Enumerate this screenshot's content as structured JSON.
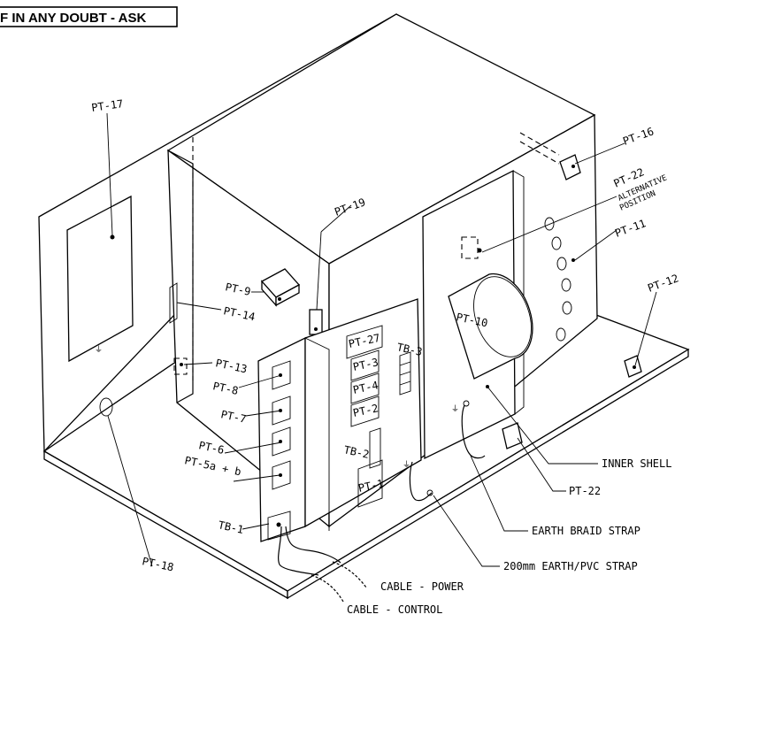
{
  "banner": "F IN ANY DOUBT - ASK",
  "labels": {
    "pt17": "PT-17",
    "pt19": "PT-19",
    "pt16": "PT-16",
    "pt22_alt": "PT-22",
    "alternative": "ALTERNATIVE",
    "position": "POSITION",
    "pt11": "PT-11",
    "pt12": "PT-12",
    "pt9": "PT-9",
    "pt14": "PT-14",
    "pt13": "PT-13",
    "pt8": "PT-8",
    "pt7": "PT-7",
    "pt6": "PT-6",
    "pt5": "PT-5a + b",
    "tb1": "TB-1",
    "pt18": "PT-18",
    "pt10": "PT-10",
    "pt27": "PT-27",
    "pt3": "PT-3",
    "pt4": "PT-4",
    "pt2": "PT-2",
    "pt1": "PT-1",
    "tb2": "TB-2",
    "tb3": "TB-3",
    "inner_shell": "INNER SHELL",
    "pt22": "PT-22",
    "earth_braid": "EARTH BRAID STRAP",
    "earth_pvc": "200mm EARTH/PVC STRAP",
    "cable_power": "CABLE - POWER",
    "cable_control": "CABLE - CONTROL"
  }
}
